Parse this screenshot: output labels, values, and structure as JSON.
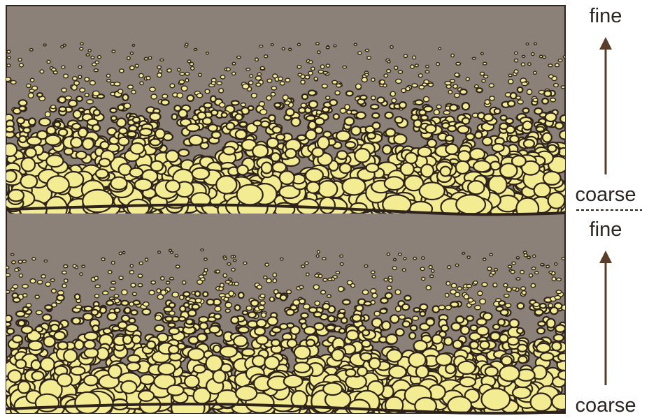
{
  "colors": {
    "matrix": "#8b8178",
    "grain_fill": "#f4ec93",
    "grain_outline": "#2e231b",
    "arrow": "#5a3d29",
    "label": "#2b2420"
  },
  "layers": [
    {
      "top_label": "fine",
      "bottom_label": "coarse",
      "grading": "fining-upward"
    },
    {
      "top_label": "fine",
      "bottom_label": "coarse",
      "grading": "fining-upward"
    }
  ],
  "legend": {
    "arrow_direction": "up",
    "boundary_style": "dashed"
  }
}
